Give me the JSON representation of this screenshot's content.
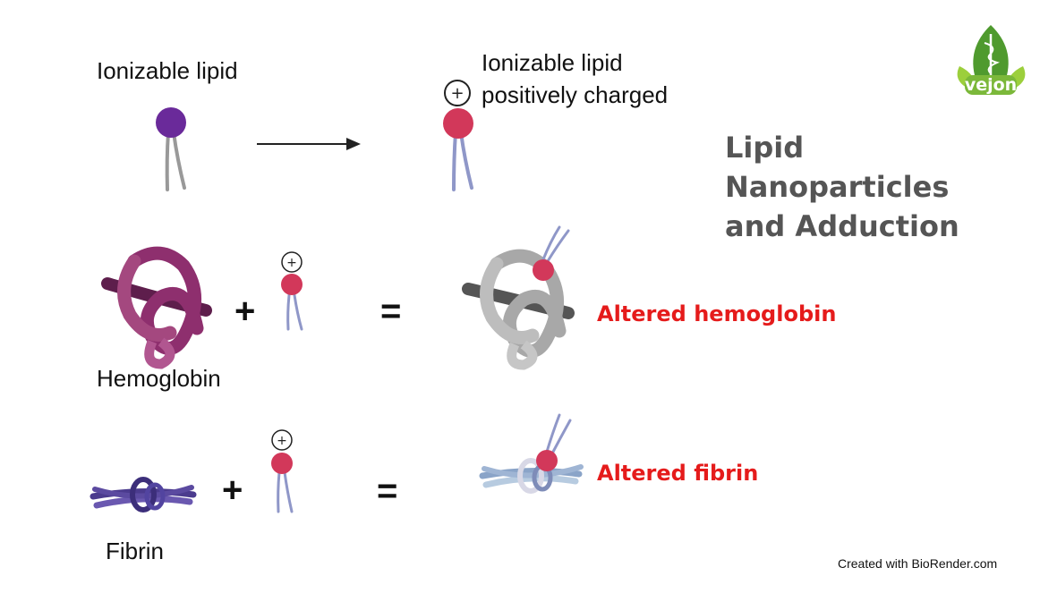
{
  "labels": {
    "ionizable_lipid": "Ionizable lipid",
    "charged_line1": "Ionizable lipid",
    "charged_line2": "positively charged",
    "hemoglobin": "Hemoglobin",
    "fibrin": "Fibrin",
    "altered_hemoglobin": "Altered hemoglobin",
    "altered_fibrin": "Altered fibrin"
  },
  "title": {
    "line1": "Lipid",
    "line2": "Nanoparticles",
    "line3": "and Adduction"
  },
  "operators": {
    "plus": "+",
    "equals": "=",
    "charge": "+"
  },
  "logo": {
    "text": "vejon"
  },
  "credit": "Created with BioRender.com",
  "colors": {
    "neutral_head": "#6a2a9a",
    "charged_head": "#d2385a",
    "lipid_tail": "#8f97c8",
    "hemoglobin": "#8e2f6e",
    "fibrin": "#5b4aa0",
    "altered_protein": "#9a9a9a",
    "highlight_red": "#e51b1b",
    "title_gray": "#555555",
    "logo_green": "#4f9a2e"
  }
}
